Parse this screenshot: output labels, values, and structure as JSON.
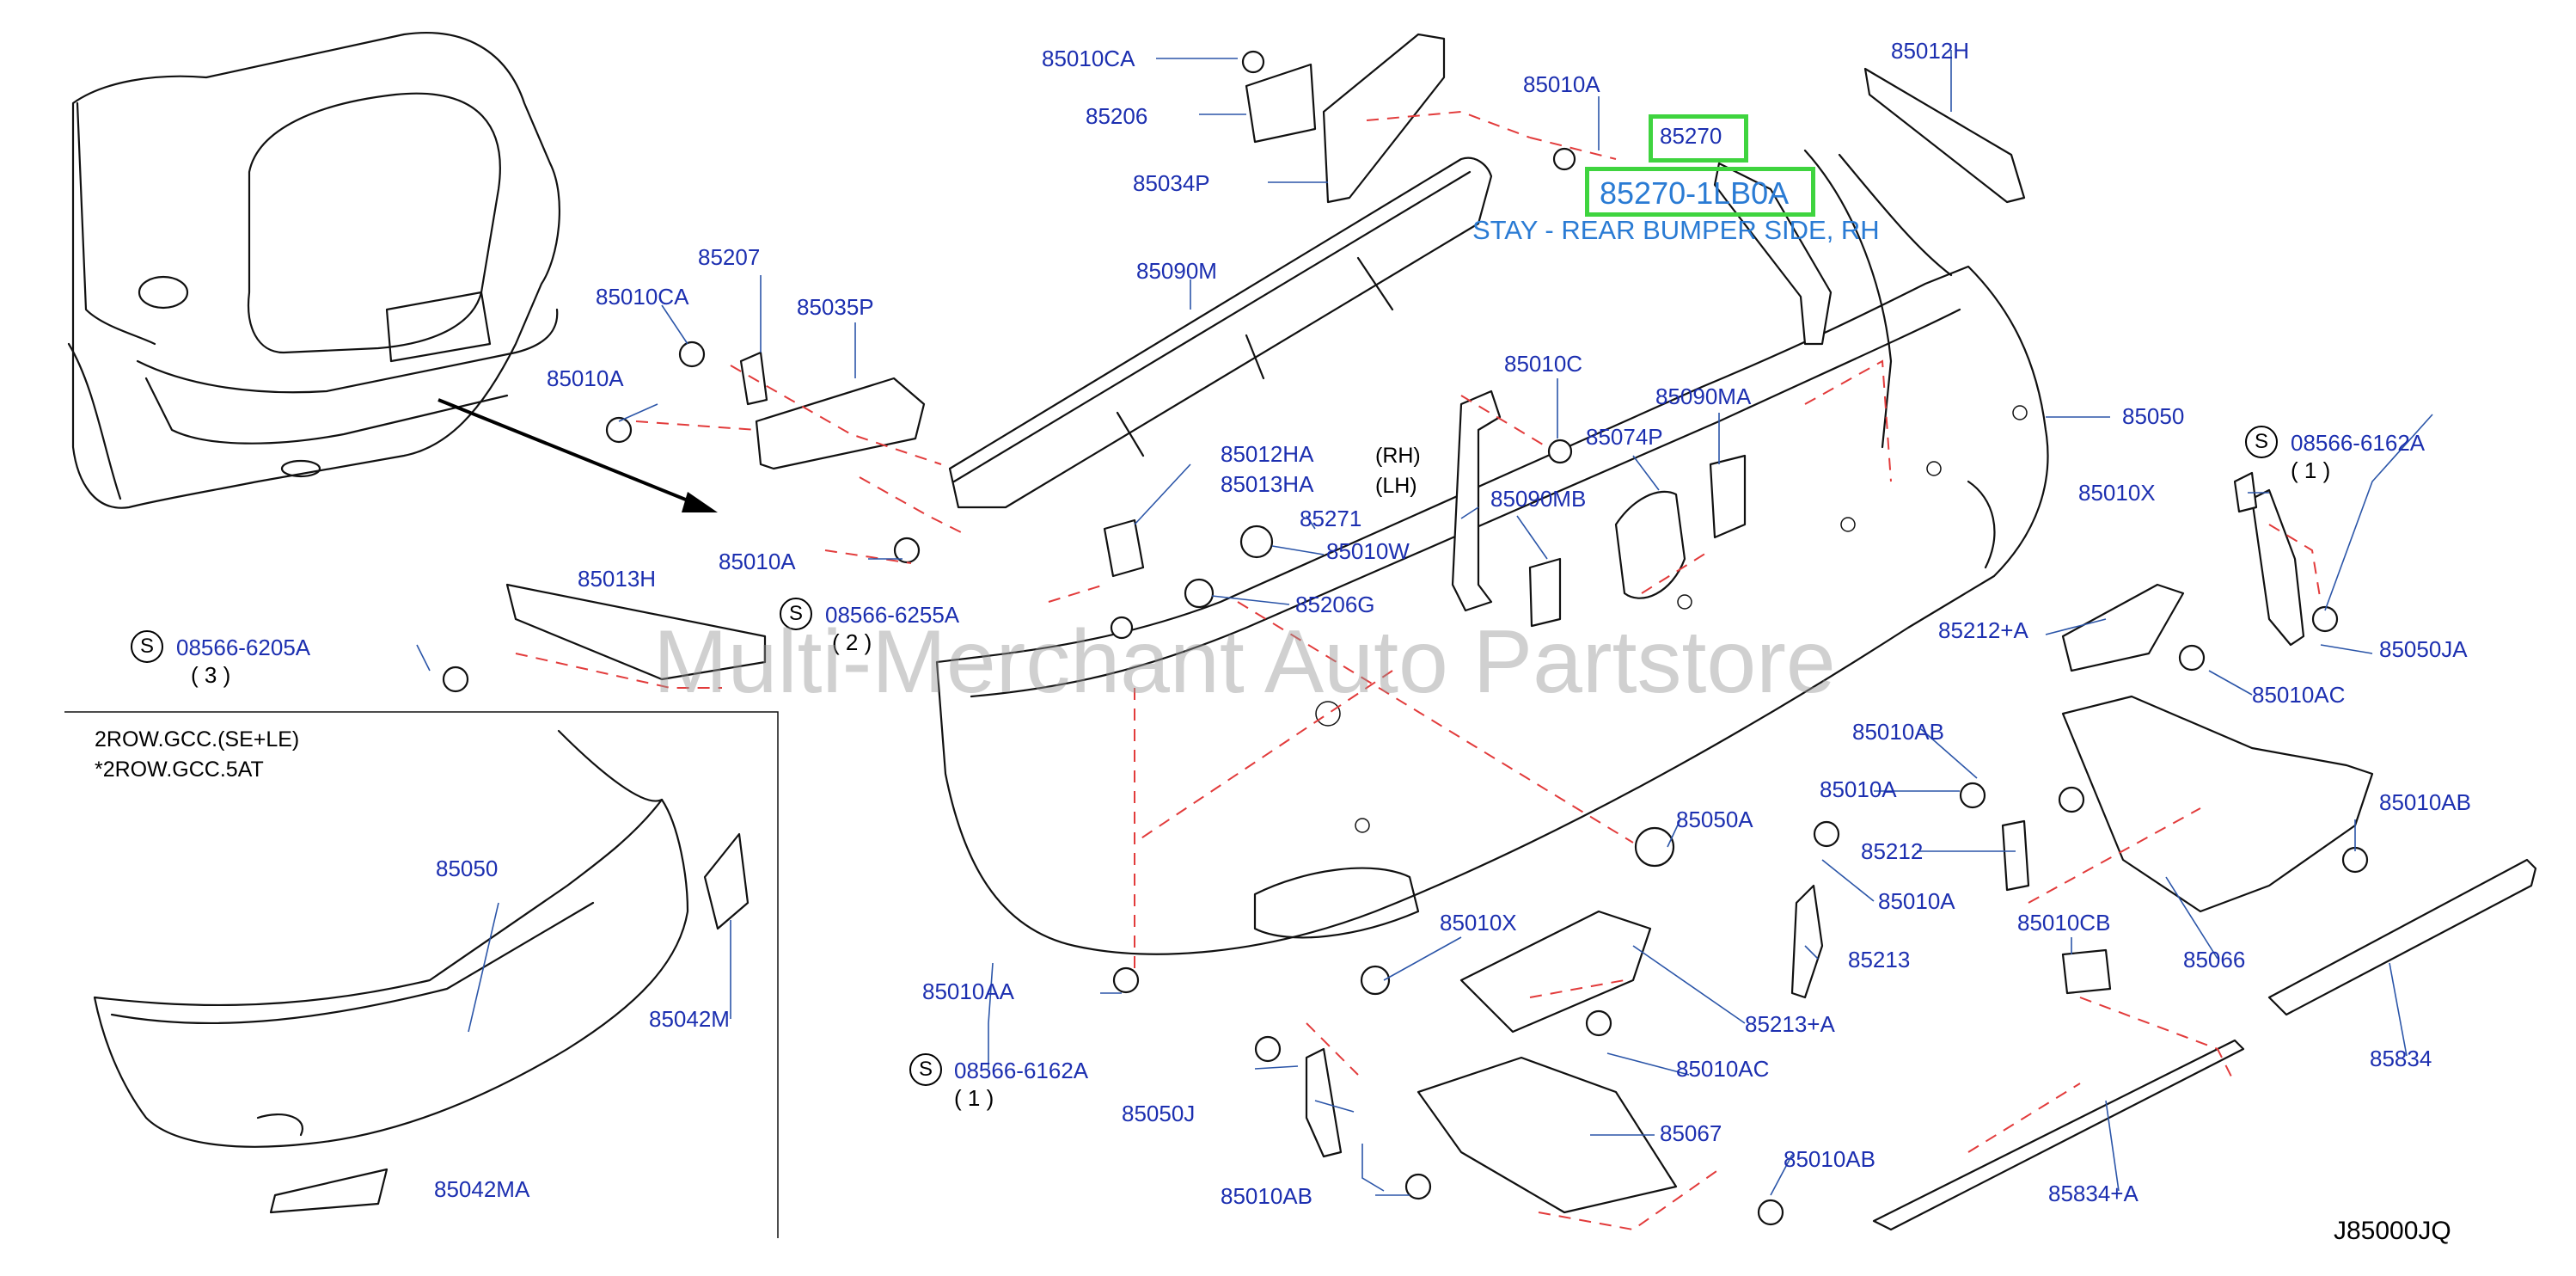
{
  "parts": {
    "p85010CA_top": "85010CA",
    "p85206": "85206",
    "p85034P": "85034P",
    "p85010A_top": "85010A",
    "p85270": "85270",
    "p85012H": "85012H",
    "p85207": "85207",
    "p85010CA_left": "85010CA",
    "p85035P": "85035P",
    "p85090M": "85090M",
    "p85010A_left": "85010A",
    "p85010C": "85010C",
    "p85090MA": "85090MA",
    "p85050": "85050",
    "p85074P": "85074P",
    "p85012HA": "85012HA",
    "p85013HA": "85013HA",
    "p85090MB": "85090MB",
    "p85010A_mid": "85010A",
    "p85271": "85271",
    "p85010W": "85010W",
    "p85013H": "85013H",
    "p85206G": "85206G",
    "p85010X_right": "85010X",
    "p85212plusA": "85212+A",
    "p85050JA": "85050JA",
    "p85010AC_right": "85010AC",
    "p85010AB_mid": "85010AB",
    "p85010A_rmid": "85010A",
    "p85010AB_right": "85010AB",
    "p85050A": "85050A",
    "p85212": "85212",
    "p85010A_low": "85010A",
    "p85050_inset": "85050",
    "p85010CB": "85010CB",
    "p85213": "85213",
    "p85066": "85066",
    "p85010X_low": "85010X",
    "p85010AA": "85010AA",
    "p85213plusA": "85213+A",
    "p85042M": "85042M",
    "p85834": "85834",
    "p85010AC_low": "85010AC",
    "p85050J": "85050J",
    "p85067": "85067",
    "p85010AB_low": "85010AB",
    "p85042MA": "85042MA",
    "p85834plusA": "85834+A",
    "p85010AB_bottom": "85010AB"
  },
  "notes": {
    "rh": "(RH)",
    "lh": "(LH)",
    "inset_line1": "2ROW.GCC.(SE+LE)",
    "inset_line2": "*2ROW.GCC.5AT"
  },
  "screws": {
    "s1_sym": "S",
    "s1_code": "08566-6205A",
    "s1_qty": "( 3 )",
    "s2_sym": "S",
    "s2_code": "08566-6255A",
    "s2_qty": "( 2 )",
    "s3_sym": "S",
    "s3_code": "08566-6162A",
    "s3_qty": "( 1 )",
    "s4_sym": "S",
    "s4_code": "08566-6162A",
    "s4_qty": "( 1 )"
  },
  "highlight": {
    "part_number": "85270",
    "full_part_number": "85270-1LB0A",
    "description": "STAY - REAR BUMPER SIDE, RH"
  },
  "diagram_code": "J85000JQ",
  "watermark": "Multi-Merchant Auto Partstore",
  "colors": {
    "label": "#1c2fb0",
    "leader": "#2b55a8",
    "dashed": "#e23b3b",
    "highlight_box": "#3fd43f",
    "highlight_text": "#2a7bd4"
  }
}
